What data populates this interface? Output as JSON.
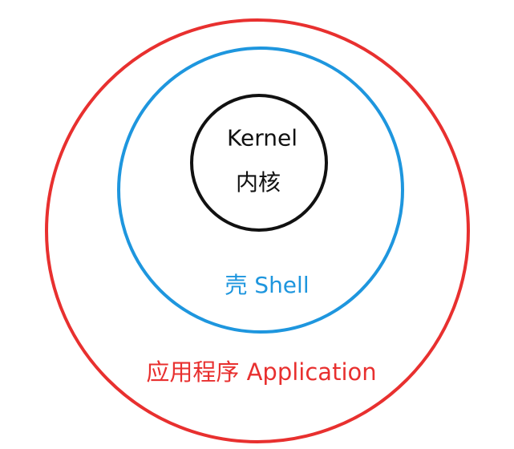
{
  "diagram": {
    "layers": [
      {
        "id": "application",
        "label": "应用程序 Application",
        "color": "#e8302f"
      },
      {
        "id": "shell",
        "label": "壳 Shell",
        "color": "#1e96de"
      },
      {
        "id": "kernel",
        "label_en": "Kernel",
        "label_zh": "内核",
        "color": "#111111"
      }
    ]
  }
}
